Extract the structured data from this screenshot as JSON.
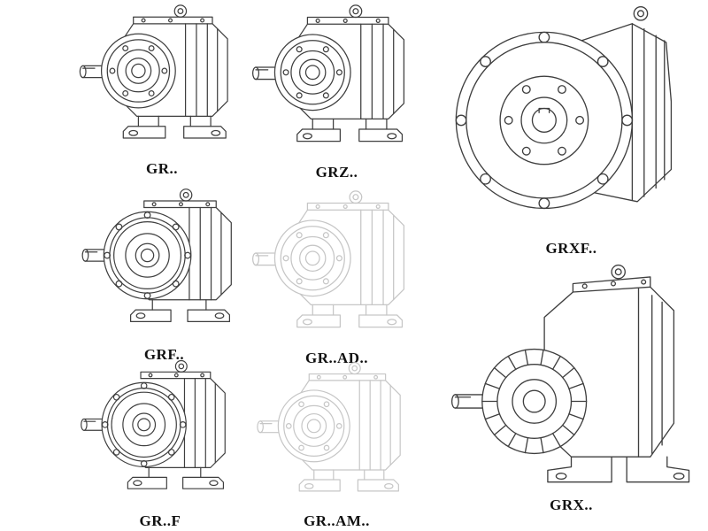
{
  "page": {
    "kind": "gear-reducer-catalog-sheet"
  },
  "colors": {
    "line-color": "#3f3f3f",
    "faded-line-color": "#c6c6c6",
    "bg-color": "#ffffff"
  },
  "models": [
    {
      "id": "gr",
      "label": "GR..",
      "style": "solid"
    },
    {
      "id": "grz",
      "label": "GRZ..",
      "style": "solid"
    },
    {
      "id": "grxf",
      "label": "GRXF..",
      "style": "solid"
    },
    {
      "id": "grf",
      "label": "GRF..",
      "style": "solid"
    },
    {
      "id": "grad",
      "label": "GR..AD..",
      "style": "faded"
    },
    {
      "id": "grfb",
      "label": "GR..F",
      "style": "solid"
    },
    {
      "id": "gram",
      "label": "GR..AM..",
      "style": "faded"
    },
    {
      "id": "grx",
      "label": "GRX..",
      "style": "solid"
    }
  ]
}
